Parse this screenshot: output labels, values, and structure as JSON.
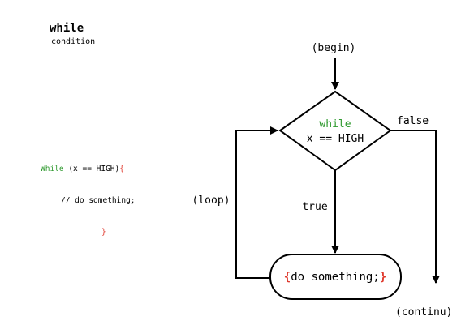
{
  "header": {
    "title": "while",
    "subtitle": "condition"
  },
  "code": {
    "keyword": "While",
    "condition": " (x == HIGH)",
    "open_brace": "{",
    "body": "// do something;",
    "close_brace": "}"
  },
  "flowchart": {
    "begin_label": "(begin)",
    "decision_keyword": "while",
    "decision_condition": "x == HIGH",
    "false_label": "false",
    "true_label": "true",
    "loop_label": "(loop)",
    "action_open_brace": "{",
    "action_text": "do something;",
    "action_close_brace": "}",
    "continue_label": "(continu)",
    "keyword_color": "#2f9a2f",
    "brace_color": "#e03b2f"
  }
}
